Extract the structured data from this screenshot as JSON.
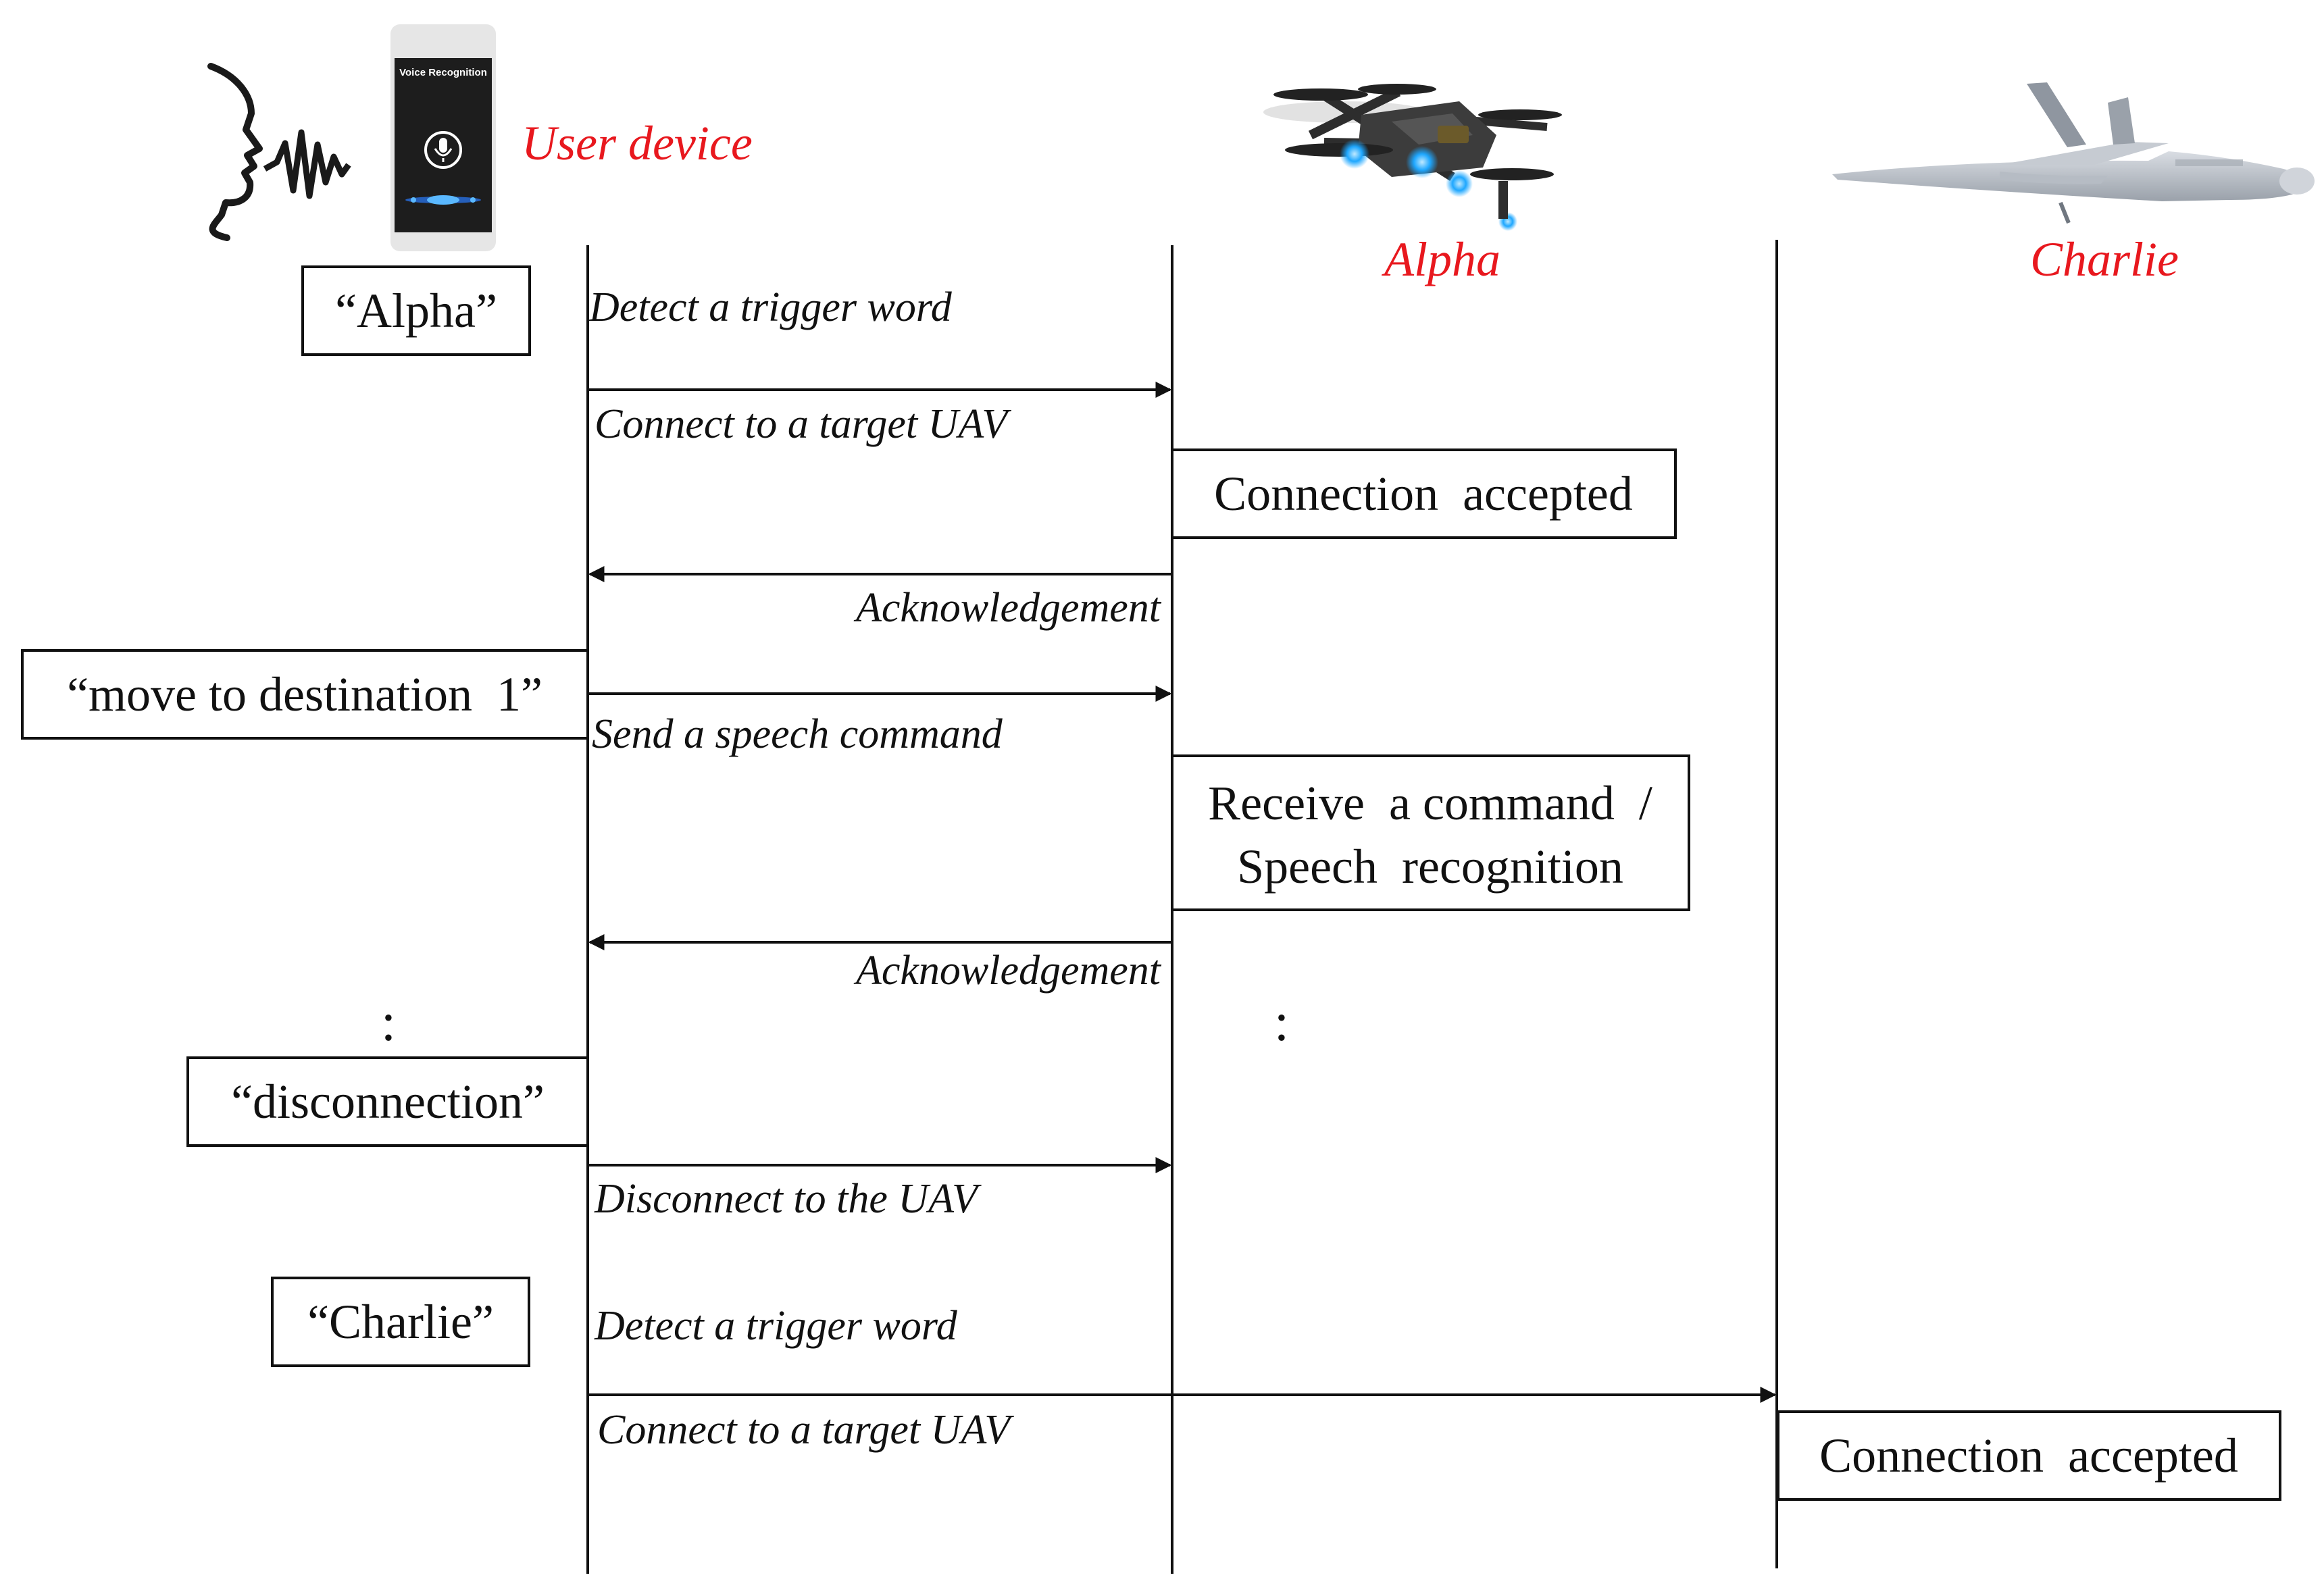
{
  "participants": {
    "user": "User device",
    "alpha": "Alpha",
    "charlie": "Charlie"
  },
  "phone": {
    "screen_title": "Voice Recognition"
  },
  "user_phrases": {
    "alpha": "“Alpha”",
    "move": "“move to destination  1”",
    "disconnect": "“disconnection”",
    "charlie": "“Charlie”"
  },
  "uav_states": {
    "alpha_connected": "Connection  accepted",
    "alpha_receive_line1": "Receive  a command  /",
    "alpha_receive_line2": "Speech  recognition",
    "charlie_connected": "Connection  accepted"
  },
  "messages": {
    "detect_1": "Detect a trigger word",
    "connect_1": "Connect to a target UAV",
    "ack_1": "Acknowledgement",
    "send_cmd": "Send a speech command",
    "ack_2": "Acknowledgement",
    "disconnect": "Disconnect to the UAV",
    "detect_2": "Detect a trigger word",
    "connect_2": "Connect to a target UAV"
  },
  "ellipsis": ":",
  "colors": {
    "participant_label": "#e8181e",
    "line": "#111111"
  },
  "icons": [
    "speaking-head-icon",
    "sound-wave-icon",
    "smartphone-icon",
    "microphone-icon",
    "quadcopter-drone-icon",
    "fixed-wing-uav-icon"
  ]
}
